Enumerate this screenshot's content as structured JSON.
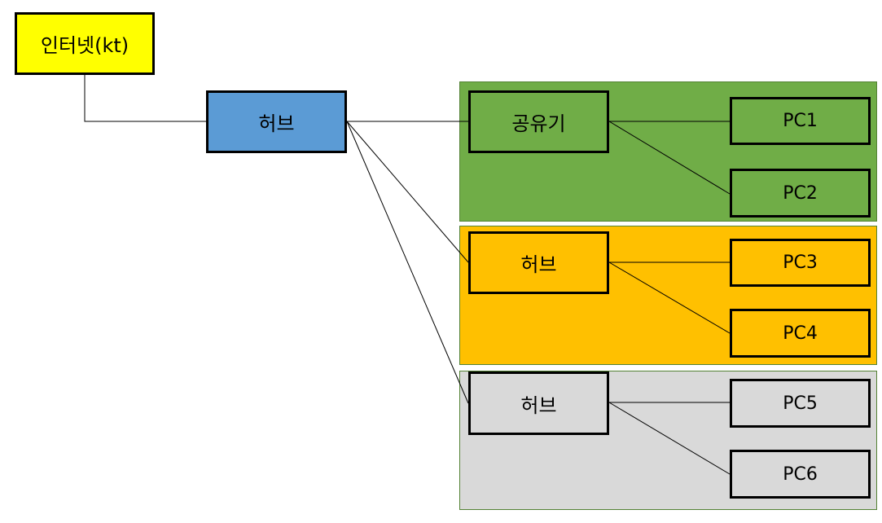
{
  "colors": {
    "internet": "#ffff00",
    "hub_main": "#5b9bd5",
    "group_router": "#70ad47",
    "group_hub2": "#ffc000",
    "group_hub3": "#d9d9d9"
  },
  "nodes": {
    "internet": "인터넷(kt)",
    "hub_main": "허브",
    "router": "공유기",
    "hub2": "허브",
    "hub3": "허브",
    "pc1": "PC1",
    "pc2": "PC2",
    "pc3": "PC3",
    "pc4": "PC4",
    "pc5": "PC5",
    "pc6": "PC6"
  }
}
